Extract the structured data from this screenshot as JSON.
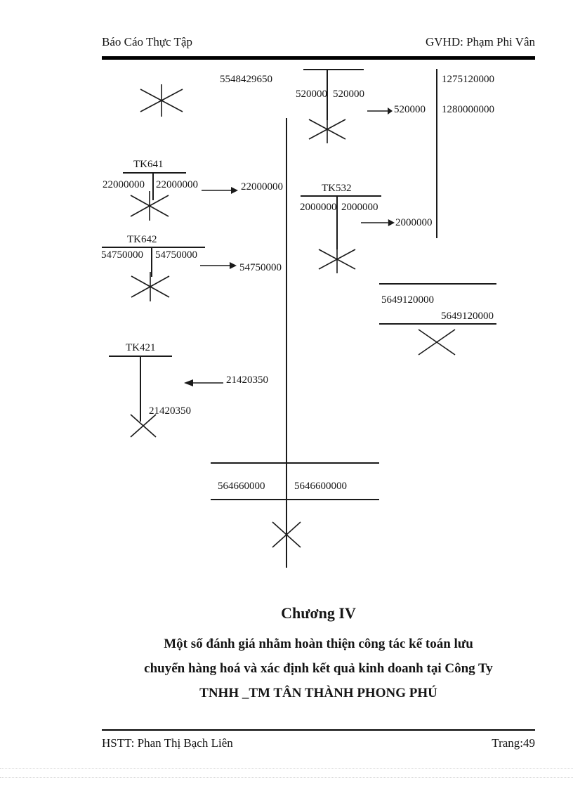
{
  "header": {
    "left": "Báo Cáo Thực Tập",
    "right": "GVHD: Phạm Phi Vân"
  },
  "footer": {
    "left": "HSTT: Phan Thị Bạch Liên",
    "right": "Trang:49"
  },
  "diagram": {
    "top_left_value": "5548429650",
    "top_center_account": {
      "debit": "520000",
      "credit": "520000",
      "arrow_label": "520000"
    },
    "right_column": {
      "top_value": "1275120000",
      "bottom_value": "1280000000"
    },
    "tk641": {
      "label": "TK641",
      "debit": "22000000",
      "credit": "22000000",
      "arrow_label": "22000000"
    },
    "tk532": {
      "label": "TK532",
      "debit": "2000000",
      "credit": "2000000",
      "arrow_label": "2000000"
    },
    "tk642": {
      "label": "TK642",
      "debit": "54750000",
      "credit": "54750000",
      "arrow_label": "54750000"
    },
    "right_block": {
      "value_top": "5649120000",
      "value_bottom": "5649120000"
    },
    "tk421": {
      "label": "TK421",
      "arrow_label": "21420350",
      "closing_value": "21420350"
    },
    "bottom_account": {
      "debit": "564660000",
      "credit": "5646600000"
    }
  },
  "chapter": {
    "title": "Chương IV",
    "subtitle_lines": [
      "Một số đánh giá nhằm hoàn thiện công tác kế toán lưu",
      "chuyển hàng hoá và xác định kết quả kinh doanh tại Công Ty",
      "TNHH _TM TÂN THÀNH PHONG PHÚ"
    ]
  }
}
